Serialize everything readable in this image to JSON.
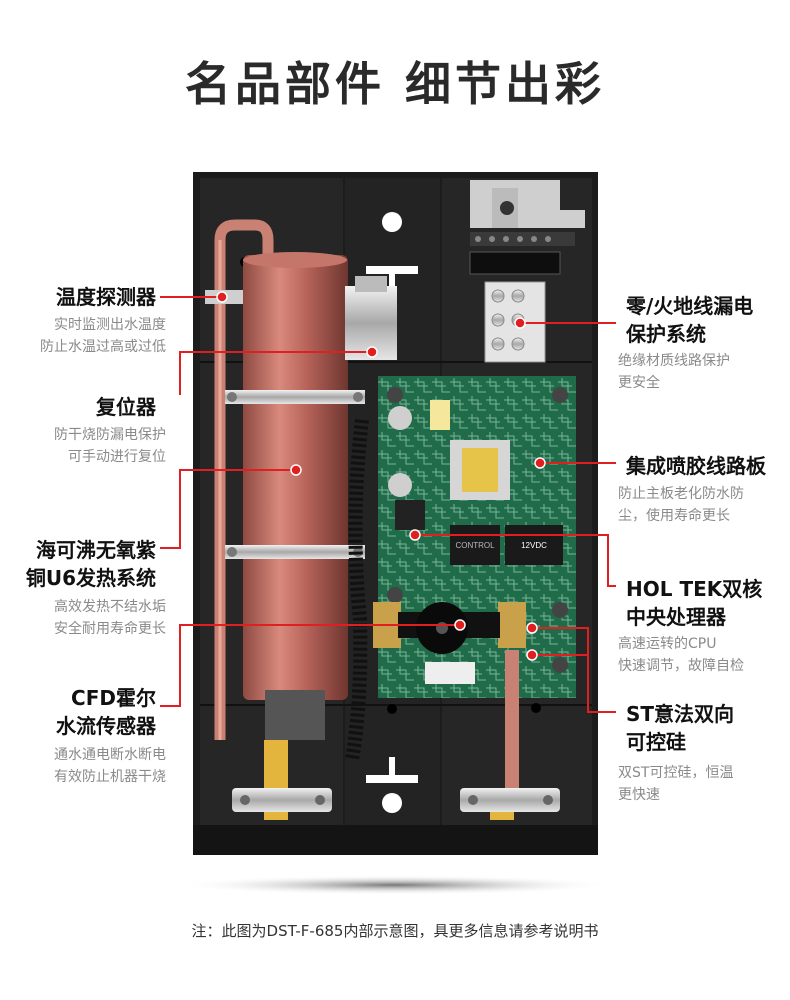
{
  "title": "名品部件 细节出彩",
  "note": "注：此图为DST-F-685内部示意图，具更多信息请参考说明书",
  "board_labels": {
    "control": "CONTROL",
    "vdc": "12VDC"
  },
  "callouts": {
    "temp": {
      "title": "温度探测器",
      "desc": [
        "实时监测出水温度",
        "防止水温过高或过低"
      ]
    },
    "reset": {
      "title": "复位器",
      "desc": [
        "防干烧防漏电保护",
        "可手动进行复位"
      ]
    },
    "heater": {
      "title": [
        "海可沸无氧紫",
        "铜U6发热系统"
      ],
      "desc": [
        "高效发热不结水垢",
        "安全耐用寿命更长"
      ]
    },
    "flow": {
      "title": [
        "CFD霍尔",
        "水流传感器"
      ],
      "desc": [
        "通水通电断水断电",
        "有效防止机器干烧"
      ]
    },
    "leak": {
      "title": [
        "零/火地线漏电",
        "保护系统"
      ],
      "desc": [
        "绝缘材质线路保护",
        "更安全"
      ]
    },
    "board": {
      "title": "集成喷胶线路板",
      "desc": [
        "防止主板老化防水防",
        "尘，使用寿命更长"
      ]
    },
    "cpu": {
      "title": [
        "HOL TEK双核",
        "中央处理器"
      ],
      "desc": [
        "高速运转的CPU",
        "快速调节，故障自检"
      ]
    },
    "scr": {
      "title": [
        "ST意法双向",
        "可控硅"
      ],
      "desc": [
        "双ST可控硅，恒温",
        "更快速"
      ]
    }
  },
  "colors": {
    "accent": "#e02020",
    "copper": "#b8645a",
    "case": "#1c1c1c",
    "pcb": "#1f6b4a"
  }
}
